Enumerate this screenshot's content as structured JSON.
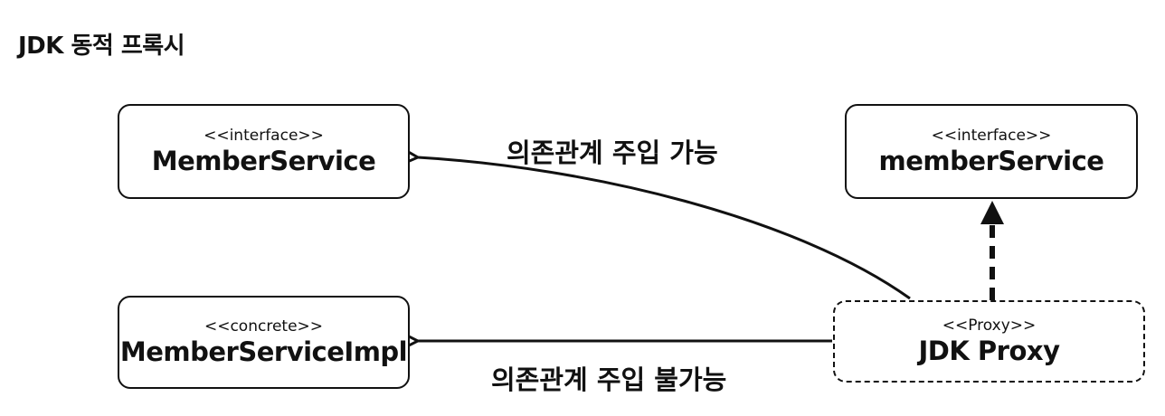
{
  "title": "JDK 동적 프록시",
  "nodes": {
    "interface_left": {
      "stereotype": "<<interface>>",
      "name": "MemberService"
    },
    "interface_right": {
      "stereotype": "<<interface>>",
      "name": "memberService"
    },
    "concrete": {
      "stereotype": "<<concrete>>",
      "name": "MemberServiceImpl"
    },
    "proxy": {
      "stereotype": "<<Proxy>>",
      "name": "JDK Proxy"
    }
  },
  "edges": {
    "possible": {
      "label": "의존관계 주입 가능"
    },
    "impossible": {
      "label": "의존관계 주입 불가능"
    }
  },
  "colors": {
    "line": "#111111",
    "background": "#ffffff"
  }
}
